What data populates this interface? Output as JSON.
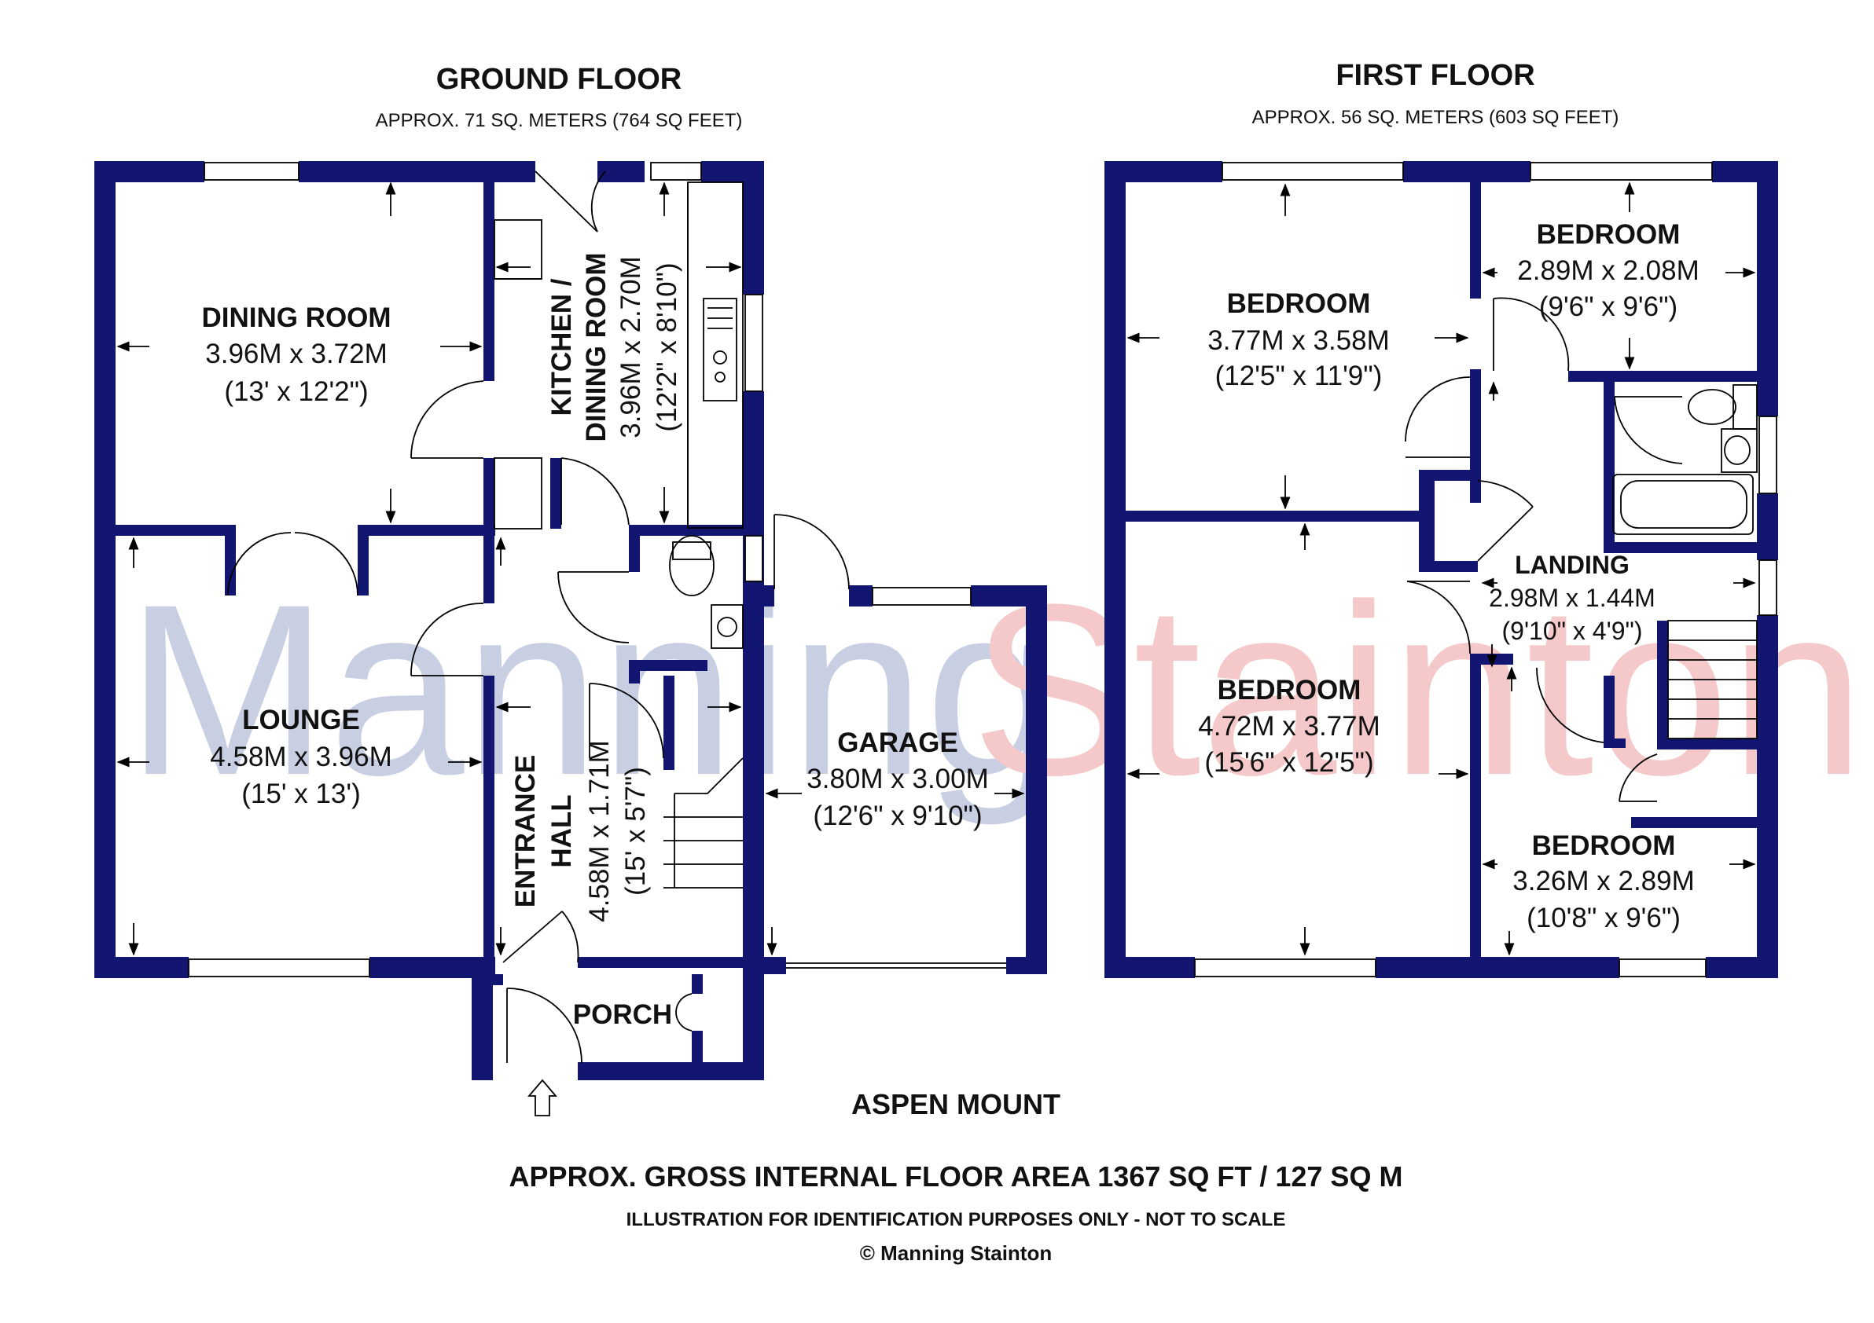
{
  "watermark": {
    "left": "Manning",
    "right": "Stainton",
    "left_color": "#c9cfe3",
    "right_color": "#f5c9c9"
  },
  "colors": {
    "wall": "#131670",
    "line": "#000000"
  },
  "ground_floor": {
    "title": "GROUND FLOOR",
    "area": "APPROX. 71 SQ. METERS (764 SQ FEET)",
    "rooms": {
      "dining": {
        "name": "DINING ROOM",
        "metric": "3.96M x 3.72M",
        "imperial": "(13' x 12'2\")"
      },
      "kitchen": {
        "name1": "KITCHEN /",
        "name2": "DINING ROOM",
        "metric": "3.96M x 2.70M",
        "imperial": "(12'2\" x 8'10\")"
      },
      "lounge": {
        "name": "LOUNGE",
        "metric": "4.58M x 3.96M",
        "imperial": "(15' x 13')"
      },
      "hall": {
        "name1": "ENTRANCE",
        "name2": "HALL",
        "metric": "4.58M x 1.71M",
        "imperial": "(15' x 5'7\")"
      },
      "garage": {
        "name": "GARAGE",
        "metric": "3.80M x 3.00M",
        "imperial": "(12'6\" x 9'10\")"
      },
      "porch": {
        "name": "PORCH"
      }
    }
  },
  "first_floor": {
    "title": "FIRST FLOOR",
    "area": "APPROX. 56 SQ. METERS (603 SQ FEET)",
    "rooms": {
      "bed1": {
        "name": "BEDROOM",
        "metric": "3.77M x 3.58M",
        "imperial": "(12'5\" x 11'9\")"
      },
      "bed2": {
        "name": "BEDROOM",
        "metric": "2.89M x 2.08M",
        "imperial": "(9'6\" x 9'6\")"
      },
      "landing": {
        "name": "LANDING",
        "metric": "2.98M x 1.44M",
        "imperial": "(9'10\" x 4'9\")"
      },
      "bed3": {
        "name": "BEDROOM",
        "metric": "4.72M x 3.77M",
        "imperial": "(15'6\" x 12'5\")"
      },
      "bed4": {
        "name": "BEDROOM",
        "metric": "3.26M x 2.89M",
        "imperial": "(10'8\" x 9'6\")"
      }
    }
  },
  "footer": {
    "property": "ASPEN MOUNT",
    "gross_area": "APPROX. GROSS INTERNAL FLOOR AREA 1367 SQ FT / 127 SQ M",
    "disclaimer": "ILLUSTRATION FOR IDENTIFICATION PURPOSES ONLY - NOT TO SCALE",
    "copyright": "© Manning Stainton"
  }
}
